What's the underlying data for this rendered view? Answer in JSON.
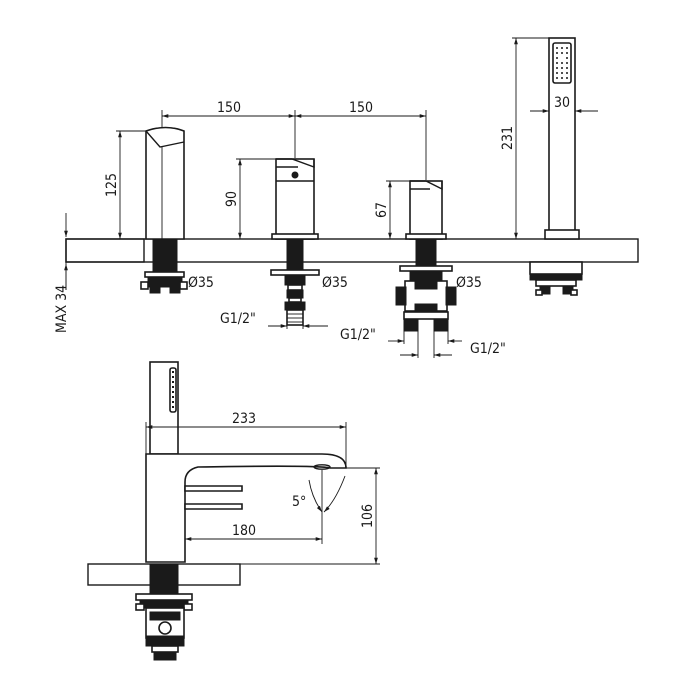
{
  "front_view": {
    "spacing_left": "150",
    "spacing_right": "150",
    "shower_width": "30",
    "shower_height": "231",
    "spout_height": "125",
    "valve1_height": "90",
    "valve2_height": "67",
    "max_deck": "MAX 34",
    "hole_left": "Ø35",
    "hole_mid": "Ø35",
    "hole_right": "Ø35",
    "thread_mid": "G1/2\"",
    "thread_right_a": "G1/2\"",
    "thread_right_b": "G1/2\""
  },
  "side_view": {
    "spout_length": "233",
    "reach": "180",
    "spout_height": "106",
    "angle": "5°"
  }
}
